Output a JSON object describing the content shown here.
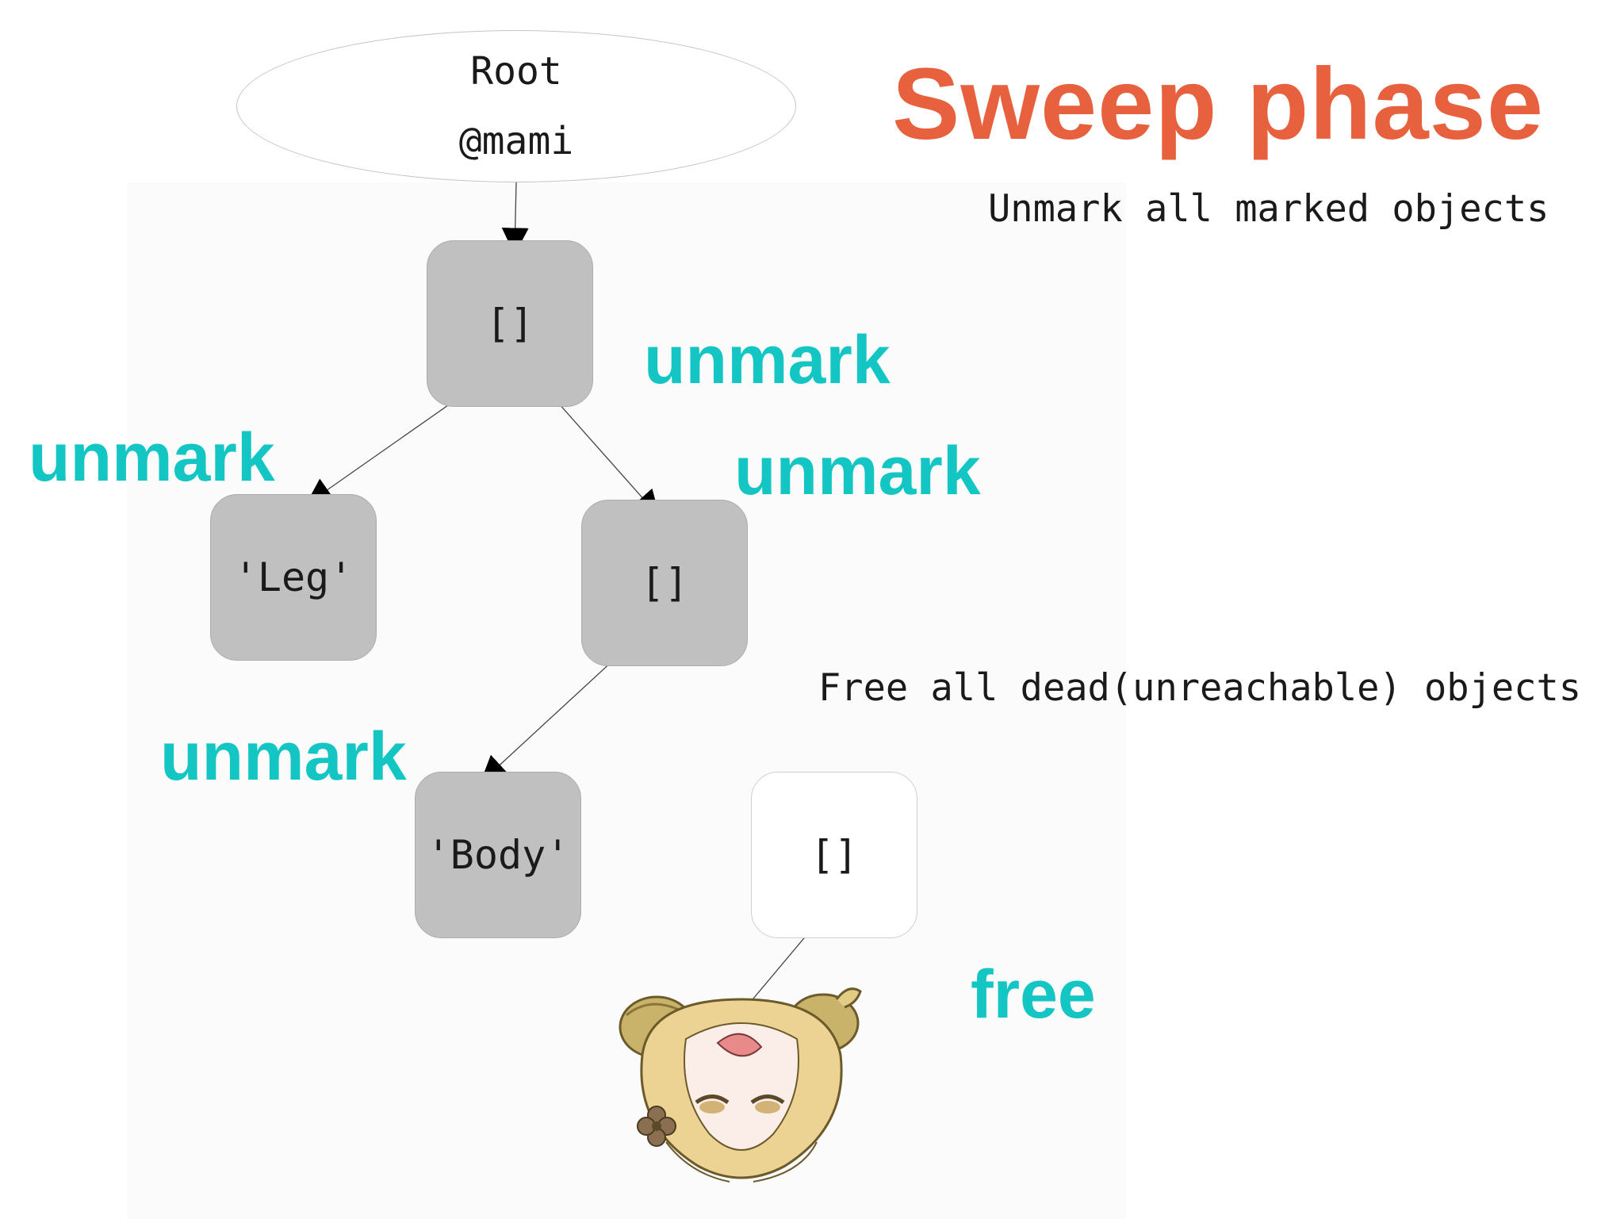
{
  "title": "Sweep phase",
  "captions": {
    "unmark_all": "Unmark all marked objects",
    "free_all": "Free all dead(unreachable) objects"
  },
  "root": {
    "line1": "Root",
    "line2": "@mami"
  },
  "nodes": {
    "top_array": "[]",
    "leg": "'Leg'",
    "mid_array": "[]",
    "body": "'Body'",
    "dead_array": "[]"
  },
  "labels": {
    "unmark_top": "unmark",
    "unmark_left": "unmark",
    "unmark_right": "unmark",
    "unmark_bottom": "unmark",
    "free": "free"
  },
  "colors": {
    "title": "#e8613f",
    "tag": "#13c6c4",
    "marked_node": "#c0c0c1",
    "dead_node": "#ffffff"
  },
  "icons": {
    "mascot": "upside-down-chibi-girl-illustration"
  }
}
